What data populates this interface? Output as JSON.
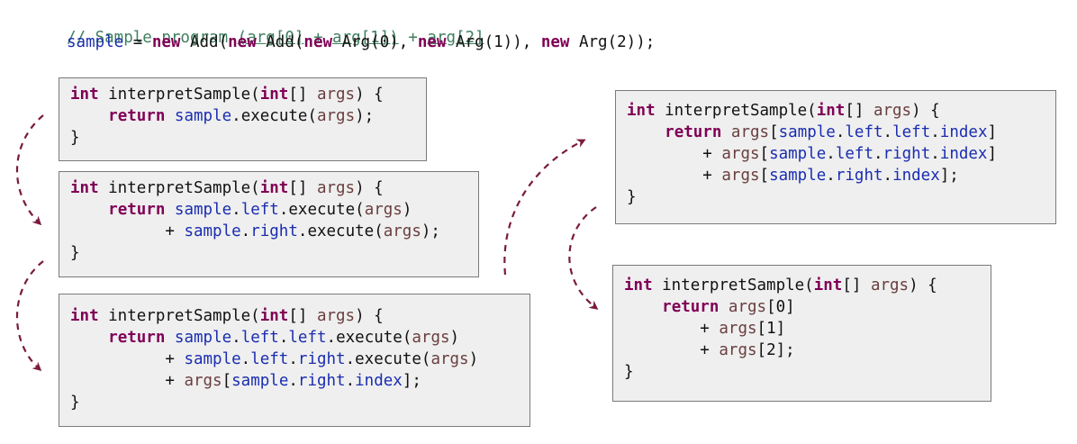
{
  "header": {
    "comment_prefix": "// Sample program ",
    "c_arg0": "(arg[0]",
    "c_plus1": " + ",
    "c_arg1": "arg[1])",
    "c_plus2": " + ",
    "c_arg2": "arg[2]",
    "sample": "sample",
    "eq": " = ",
    "new1": "new",
    "add1": " Add(",
    "new2": "new",
    "add2": " Add(",
    "new3": "new",
    "arg0": " Arg(0), ",
    "new4": "new",
    "arg1": " Arg(1)), ",
    "new5": "new",
    "arg2": " Arg(2));"
  },
  "tokens": {
    "int": "int",
    "return": "return",
    "sig_name": " interpretSample(",
    "int_arr": "int",
    "arr_sp": "[] ",
    "args": "args",
    "sig_end": ") {",
    "close": "}",
    "sample": "sample",
    "dot": ".",
    "left": "left",
    "right": "right",
    "index": "index",
    "execute": "execute(",
    "paren_semi": ");",
    "paren": ")",
    "plus": "+ ",
    "bracket_open": "[",
    "bracket_close": "]",
    "bracket_semi": "];",
    "idx0": "[0]",
    "idx1": "[1]",
    "idx2": "[2];"
  },
  "colors": {
    "keyword": "#7f0055",
    "field": "#1a2db0",
    "argument": "#6a3e3e",
    "comment": "#3f7f5f",
    "arrow": "#7a1a3e",
    "box_bg": "#efefef"
  }
}
